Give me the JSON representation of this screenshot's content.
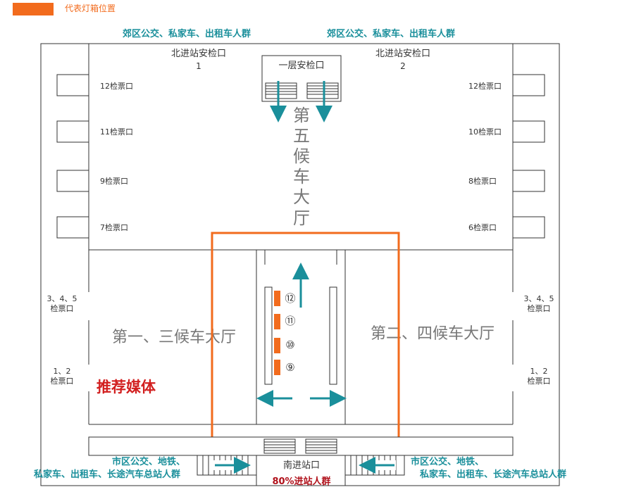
{
  "legend": {
    "label": "代表灯箱位置",
    "swatch_color": "#f26b1d"
  },
  "crowds": {
    "north_left": "郊区公交、私家车、出租车人群",
    "north_right": "郊区公交、私家车、出租车人群",
    "south_left_line1": "市区公交、地铁、",
    "south_left_line2": "私家车、出租车、长途汽车总站人群",
    "south_right_line1": "市区公交、地铁、",
    "south_right_line2": "私家车、出租车、长途汽车总站人群",
    "south_share": "80%进站人群"
  },
  "checkpoints": {
    "north_1_line1": "北进站安检口",
    "north_1_line2": "1",
    "north_2_line1": "北进站安检口",
    "north_2_line2": "2",
    "first_floor": "一层安检口",
    "south": "南进站口"
  },
  "halls": {
    "fifth": [
      "第",
      "五",
      "候",
      "车",
      "大",
      "厅"
    ],
    "first_third": "第一、三候车大厅",
    "second_fourth": "第二、四候车大厅"
  },
  "gates": {
    "left": [
      "12检票口",
      "11检票口",
      "9检票口",
      "7检票口"
    ],
    "right": [
      "12检票口",
      "10检票口",
      "8检票口",
      "6检票口"
    ],
    "left_345_line1": "3、4、5",
    "left_345_line2": "检票口",
    "left_12_line1": "1、2",
    "left_12_line2": "检票口",
    "right_345_line1": "3、4、5",
    "right_345_line2": "检票口",
    "right_12_line1": "1、2",
    "right_12_line2": "检票口"
  },
  "corridor_numbers": [
    "⑫",
    "⑪",
    "⑩",
    "⑨"
  ],
  "recommended": "推荐媒体",
  "colors": {
    "teal": "#1a8f9b",
    "orange": "#f26b1d",
    "red": "#d21f1f",
    "dark_red": "#b0101a",
    "hall_text": "#777777"
  }
}
